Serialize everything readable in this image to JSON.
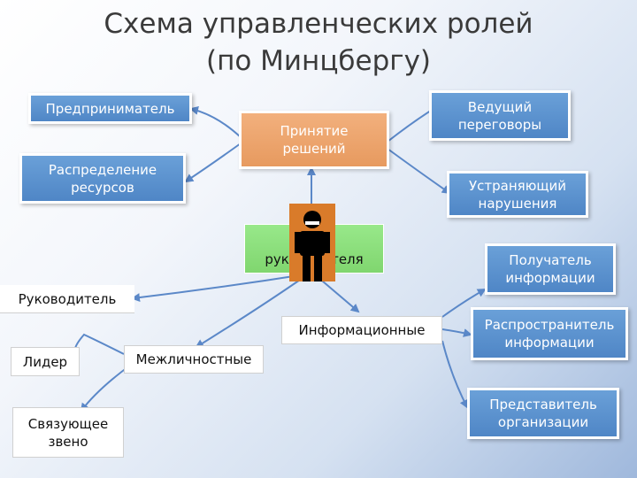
{
  "title": {
    "line1": "Схема управленческих ролей",
    "line2": "(по Минцбергу)"
  },
  "boxes": {
    "entrepreneur": "Предприниматель",
    "resource_allocator": "Распределение\nресурсов",
    "decisions": "Принятие\nрешений",
    "leader_negotiator": "Ведущий\nпереговоры",
    "disturbance_handler": "Устраняющий\nнарушения",
    "manager_roles": "руководителя",
    "info_receiver": "Получатель\nинформации",
    "manager": "Руководитель",
    "informational": "Информационные",
    "disseminator": "Распространитель\nинформации",
    "leader": "Лидер",
    "interpersonal": "Межличностные",
    "representative": "Представитель\nорганизации",
    "liaison": "Связующее\nзвено"
  },
  "colors": {
    "blue": "#4f86c6",
    "orange": "#e79a5f",
    "green": "#80d66f",
    "arrow": "#5b88c8"
  }
}
